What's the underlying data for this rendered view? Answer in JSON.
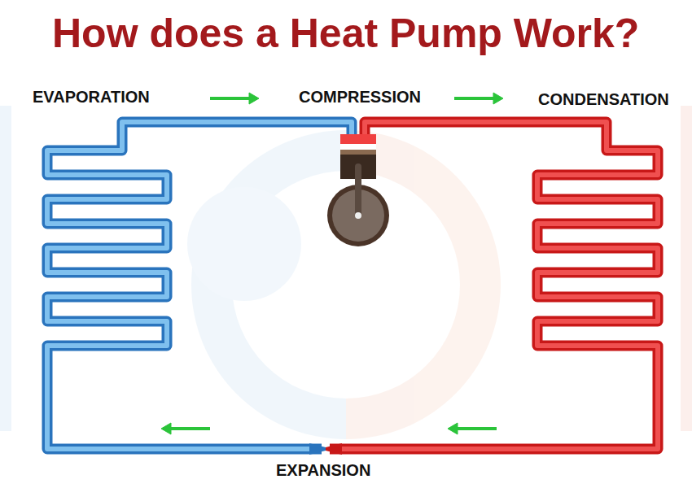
{
  "diagram": {
    "title": "How does a Heat Pump Work?",
    "labels": [
      "EVAPORATION",
      "COMPRESSION",
      "CONDENSATION",
      "EXPANSION"
    ]
  }
}
